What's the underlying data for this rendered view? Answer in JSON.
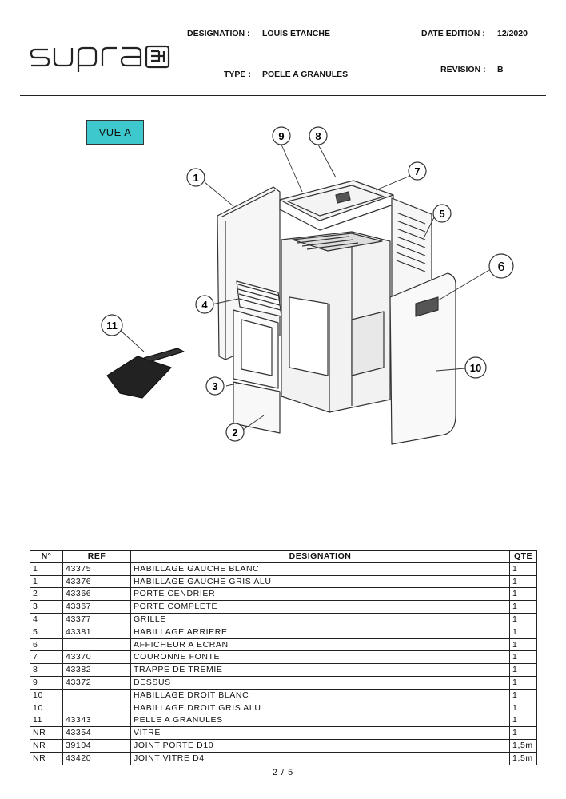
{
  "header": {
    "designation_label": "DESIGNATION :",
    "designation_value": "LOUIS ETANCHE",
    "type_label": "TYPE :",
    "type_value": "POELE A GRANULES",
    "date_label": "DATE EDITION :",
    "date_value": "12/2020",
    "revision_label": "REVISION :",
    "revision_value": "B"
  },
  "logo": {
    "text": "supra"
  },
  "view": {
    "label": "VUE A"
  },
  "callouts": [
    "1",
    "2",
    "3",
    "4",
    "5",
    "6",
    "7",
    "8",
    "9",
    "10",
    "11"
  ],
  "table": {
    "headers": [
      "N°",
      "REF",
      "DESIGNATION",
      "QTE"
    ],
    "rows": [
      [
        "1",
        "43375",
        "HABILLAGE GAUCHE BLANC",
        "1"
      ],
      [
        "1",
        "43376",
        "HABILLAGE GAUCHE GRIS ALU",
        "1"
      ],
      [
        "2",
        "43366",
        "PORTE CENDRIER",
        "1"
      ],
      [
        "3",
        "43367",
        "PORTE COMPLETE",
        "1"
      ],
      [
        "4",
        "43377",
        "GRILLE",
        "1"
      ],
      [
        "5",
        "43381",
        "HABILLAGE ARRIERE",
        "1"
      ],
      [
        "6",
        "",
        "AFFICHEUR A ECRAN",
        "1"
      ],
      [
        "7",
        "43370",
        "COURONNE FONTE",
        "1"
      ],
      [
        "8",
        "43382",
        "TRAPPE DE TREMIE",
        "1"
      ],
      [
        "9",
        "43372",
        "DESSUS",
        "1"
      ],
      [
        "10",
        "",
        "HABILLAGE DROIT BLANC",
        "1"
      ],
      [
        "10",
        "",
        "HABILLAGE DROIT GRIS ALU",
        "1"
      ],
      [
        "11",
        "43343",
        "PELLE A GRANULES",
        "1"
      ],
      [
        "NR",
        "43354",
        "VITRE",
        "1"
      ],
      [
        "NR",
        "39104",
        "JOINT PORTE D10",
        "1,5m"
      ],
      [
        "NR",
        "43420",
        "JOINT VITRE D4",
        "1,5m"
      ]
    ]
  },
  "footer": {
    "page": "2 / 5"
  }
}
